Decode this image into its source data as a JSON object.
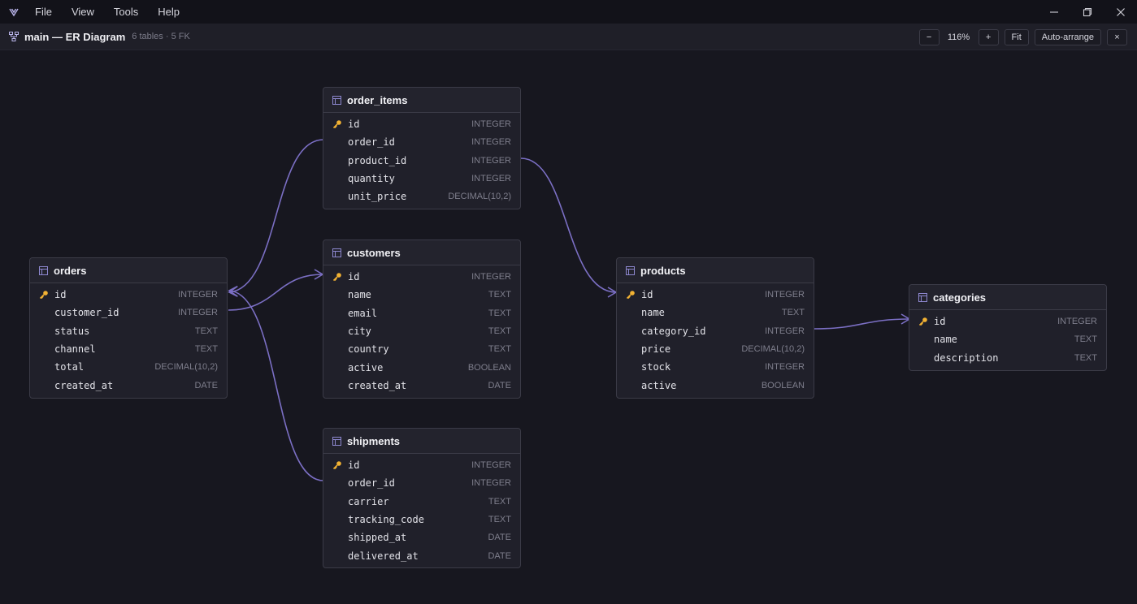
{
  "menubar": {
    "items": [
      "File",
      "View",
      "Tools",
      "Help"
    ],
    "icons": [
      "app-logo-icon",
      "minimize-icon",
      "maximize-icon",
      "close-icon"
    ]
  },
  "toolbar": {
    "title": "main — ER Diagram",
    "meta": "6 tables · 5 FK",
    "zoom_out": "−",
    "zoom_level": "116%",
    "zoom_in": "+",
    "fit": "Fit",
    "auto_arrange": "Auto-arrange",
    "close": "×"
  },
  "colors": {
    "edge": "#7b6fc4",
    "key": "#f2b233",
    "card_bg": "#20202a",
    "canvas_bg": "#17171f"
  },
  "tables": {
    "order_items": {
      "name": "order_items",
      "columns": [
        {
          "name": "id",
          "type": "INTEGER",
          "pk": true
        },
        {
          "name": "order_id",
          "type": "INTEGER"
        },
        {
          "name": "product_id",
          "type": "INTEGER"
        },
        {
          "name": "quantity",
          "type": "INTEGER"
        },
        {
          "name": "unit_price",
          "type": "DECIMAL(10,2)"
        }
      ]
    },
    "customers": {
      "name": "customers",
      "columns": [
        {
          "name": "id",
          "type": "INTEGER",
          "pk": true
        },
        {
          "name": "name",
          "type": "TEXT"
        },
        {
          "name": "email",
          "type": "TEXT"
        },
        {
          "name": "city",
          "type": "TEXT"
        },
        {
          "name": "country",
          "type": "TEXT"
        },
        {
          "name": "active",
          "type": "BOOLEAN"
        },
        {
          "name": "created_at",
          "type": "DATE"
        }
      ]
    },
    "orders": {
      "name": "orders",
      "columns": [
        {
          "name": "id",
          "type": "INTEGER",
          "pk": true
        },
        {
          "name": "customer_id",
          "type": "INTEGER"
        },
        {
          "name": "status",
          "type": "TEXT"
        },
        {
          "name": "channel",
          "type": "TEXT"
        },
        {
          "name": "total",
          "type": "DECIMAL(10,2)"
        },
        {
          "name": "created_at",
          "type": "DATE"
        }
      ]
    },
    "shipments": {
      "name": "shipments",
      "columns": [
        {
          "name": "id",
          "type": "INTEGER",
          "pk": true
        },
        {
          "name": "order_id",
          "type": "INTEGER"
        },
        {
          "name": "carrier",
          "type": "TEXT"
        },
        {
          "name": "tracking_code",
          "type": "TEXT"
        },
        {
          "name": "shipped_at",
          "type": "DATE"
        },
        {
          "name": "delivered_at",
          "type": "DATE"
        }
      ]
    },
    "products": {
      "name": "products",
      "columns": [
        {
          "name": "id",
          "type": "INTEGER",
          "pk": true
        },
        {
          "name": "name",
          "type": "TEXT"
        },
        {
          "name": "category_id",
          "type": "INTEGER"
        },
        {
          "name": "price",
          "type": "DECIMAL(10,2)"
        },
        {
          "name": "stock",
          "type": "INTEGER"
        },
        {
          "name": "active",
          "type": "BOOLEAN"
        }
      ]
    },
    "categories": {
      "name": "categories",
      "columns": [
        {
          "name": "id",
          "type": "INTEGER",
          "pk": true
        },
        {
          "name": "name",
          "type": "TEXT"
        },
        {
          "name": "description",
          "type": "TEXT"
        }
      ]
    }
  }
}
